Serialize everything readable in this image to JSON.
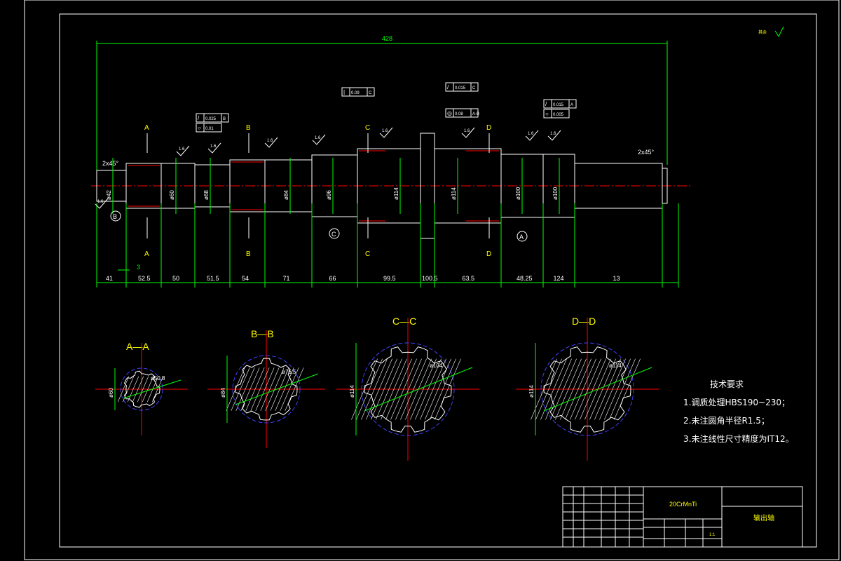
{
  "overall_length": "428",
  "chamfer_left": "2x45°",
  "chamfer_right": "2x45°",
  "roughness_general": "1.6",
  "roughness_other": "其余",
  "sections": [
    "A",
    "B",
    "C",
    "D"
  ],
  "datums": [
    "B",
    "C",
    "A"
  ],
  "axial_dims": [
    "41",
    "52.5",
    "50",
    "51.5",
    "54",
    "71",
    "66",
    "99.5",
    "100.5",
    "63.5",
    "48.25",
    "124",
    "13"
  ],
  "small_dim": "3",
  "diameters": [
    "ø42",
    "ø60",
    "ø68",
    "ø84",
    "ø96",
    "ø114",
    "ø114",
    "ø100",
    "ø100"
  ],
  "tolerance_frames": [
    {
      "sym": "/",
      "value": "0.025",
      "datum": "B"
    },
    {
      "sym": "○",
      "value": "0.01",
      "datum": ""
    },
    {
      "sym": "|",
      "value": "0.09",
      "datum": "C"
    },
    {
      "sym": "/",
      "value": "0.015",
      "datum": "C"
    },
    {
      "sym": "◎",
      "value": "0.08",
      "datum": "A-B"
    },
    {
      "sym": "/",
      "value": "0.015",
      "datum": "A"
    },
    {
      "sym": "○",
      "value": "0.005",
      "datum": ""
    }
  ],
  "section_views": [
    {
      "label": "A—A",
      "dia": "ø60",
      "spline": "ø50.8"
    },
    {
      "label": "B—B",
      "dia": "ø84",
      "spline": "ø76.5"
    },
    {
      "label": "C—C",
      "dia": "ø114",
      "spline": "ø104"
    },
    {
      "label": "D—D",
      "dia": "ø114",
      "spline": "ø114"
    }
  ],
  "tech_notes": {
    "title": "技术要求",
    "items": [
      "1.调质处理HBS190~230；",
      "2.未注圆角半径R1.5；",
      "3.未注线性尺寸精度为IT12。"
    ]
  },
  "title_block": {
    "material": "20CrMnTi",
    "part_name": "输出轴",
    "scale": "1:1"
  },
  "colors": {
    "outline": "#ffffff",
    "dim": "#00ff00",
    "center": "#ff0000",
    "label": "#ffff00",
    "hatch": "#ffffff",
    "circle": "#4040ff"
  }
}
